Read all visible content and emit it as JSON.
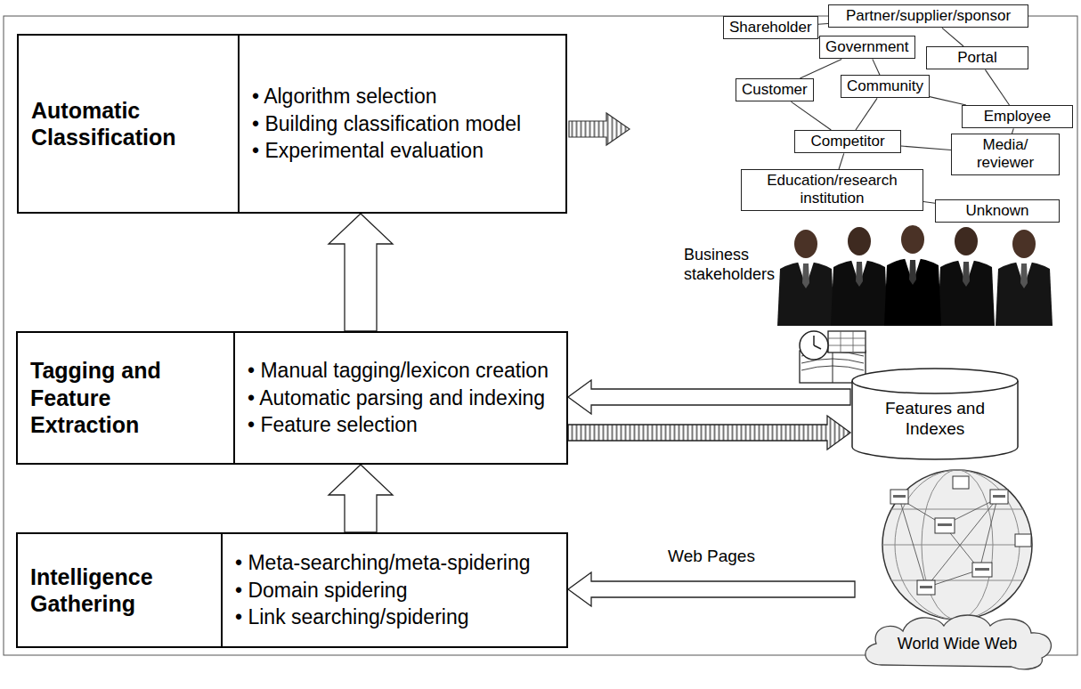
{
  "diagram": {
    "nodes": [
      {
        "text": [
          "Automatic Classification",
          "• Algorithm selection",
          "• Building classification model",
          "• Experimental evaluation"
        ]
      },
      {
        "text": [
          "Shareholder"
        ]
      },
      {
        "text": [
          "Partner/supplier/sponsor"
        ]
      },
      {
        "text": [
          "Government"
        ]
      },
      {
        "text": [
          "Portal"
        ]
      },
      {
        "text": [
          "Customer"
        ]
      },
      {
        "text": [
          "Community"
        ]
      },
      {
        "text": [
          "Employee"
        ]
      },
      {
        "text": [
          "Competitor"
        ]
      },
      {
        "text": [
          "Media/ reviewer"
        ]
      },
      {
        "text": [
          "Education/research institution"
        ]
      },
      {
        "text": [
          "Unknown"
        ]
      },
      {
        "text": [
          "Tagging and Feature Extraction",
          "• Manual tagging/lexicon creation",
          "• Automatic parsing and indexing",
          "• Feature selection"
        ]
      },
      {
        "text": [
          "Features and Indexes"
        ]
      },
      {
        "text": [
          "Intelligence Gathering",
          "• Meta-searching/meta-spidering",
          "• Domain spidering",
          "• Link searching/spidering"
        ]
      },
      {
        "text": [
          "World Wide Web"
        ]
      }
    ],
    "edges": [
      {
        "from": 14,
        "to": 12,
        "arrow": "to"
      },
      {
        "from": 12,
        "to": 0,
        "arrow": "to"
      },
      {
        "from": 13,
        "to": 12,
        "arrow": "to"
      },
      {
        "from": 12,
        "to": 13,
        "arrow": "to"
      },
      {
        "from": 15,
        "to": 14,
        "label": "Web Pages",
        "arrow": "to"
      },
      {
        "from": 1,
        "to": 2,
        "arrow": "none"
      },
      {
        "from": 1,
        "to": 3,
        "arrow": "none"
      },
      {
        "from": 2,
        "to": 4,
        "arrow": "none"
      },
      {
        "from": 3,
        "to": 6,
        "arrow": "none"
      },
      {
        "from": 5,
        "to": 3,
        "arrow": "none"
      },
      {
        "from": 5,
        "to": 8,
        "arrow": "none"
      },
      {
        "from": 6,
        "to": 7,
        "arrow": "none"
      },
      {
        "from": 4,
        "to": 7,
        "arrow": "none"
      },
      {
        "from": 8,
        "to": 9,
        "arrow": "none"
      },
      {
        "from": 7,
        "to": 9,
        "arrow": "none"
      },
      {
        "from": 8,
        "to": 10,
        "arrow": "none"
      },
      {
        "from": 10,
        "to": 11,
        "arrow": "none"
      },
      {
        "from": 6,
        "to": 8,
        "arrow": "none"
      }
    ],
    "labels": [
      "Business stakeholders"
    ]
  }
}
